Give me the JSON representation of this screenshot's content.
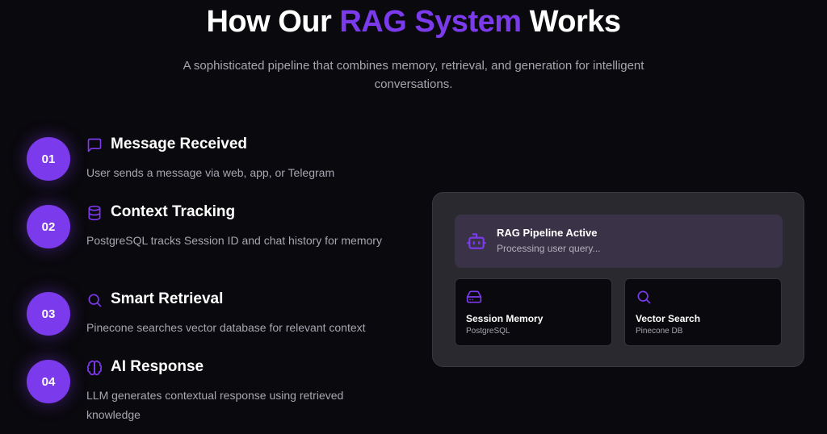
{
  "header": {
    "title_before": "How Our ",
    "title_accent": "RAG System",
    "title_after": " Works",
    "subtitle": "A sophisticated pipeline that combines memory, retrieval, and generation for intelligent conversations."
  },
  "steps": [
    {
      "number": "01",
      "icon": "message-icon",
      "title": "Message Received",
      "description": "User sends a message via web, app, or Telegram"
    },
    {
      "number": "02",
      "icon": "database-icon",
      "title": "Context Tracking",
      "description": "PostgreSQL tracks Session ID and chat history for memory"
    },
    {
      "number": "03",
      "icon": "search-icon",
      "title": "Smart Retrieval",
      "description": "Pinecone searches vector database for relevant context"
    },
    {
      "number": "04",
      "icon": "brain-icon",
      "title": "AI Response",
      "description": "LLM generates contextual response using retrieved knowledge"
    }
  ],
  "panel": {
    "banner": {
      "icon": "bot-icon",
      "title": "RAG Pipeline Active",
      "subtitle": "Processing user query..."
    },
    "cards": [
      {
        "icon": "hard-drive-icon",
        "title": "Session Memory",
        "subtitle": "PostgreSQL"
      },
      {
        "icon": "search-icon",
        "title": "Vector Search",
        "subtitle": "Pinecone DB"
      }
    ]
  },
  "colors": {
    "accent": "#7c3aed",
    "background": "#0a090d",
    "panel": "#2a292f",
    "banner": "#3a3347",
    "muted_text": "#a8a6b0"
  }
}
